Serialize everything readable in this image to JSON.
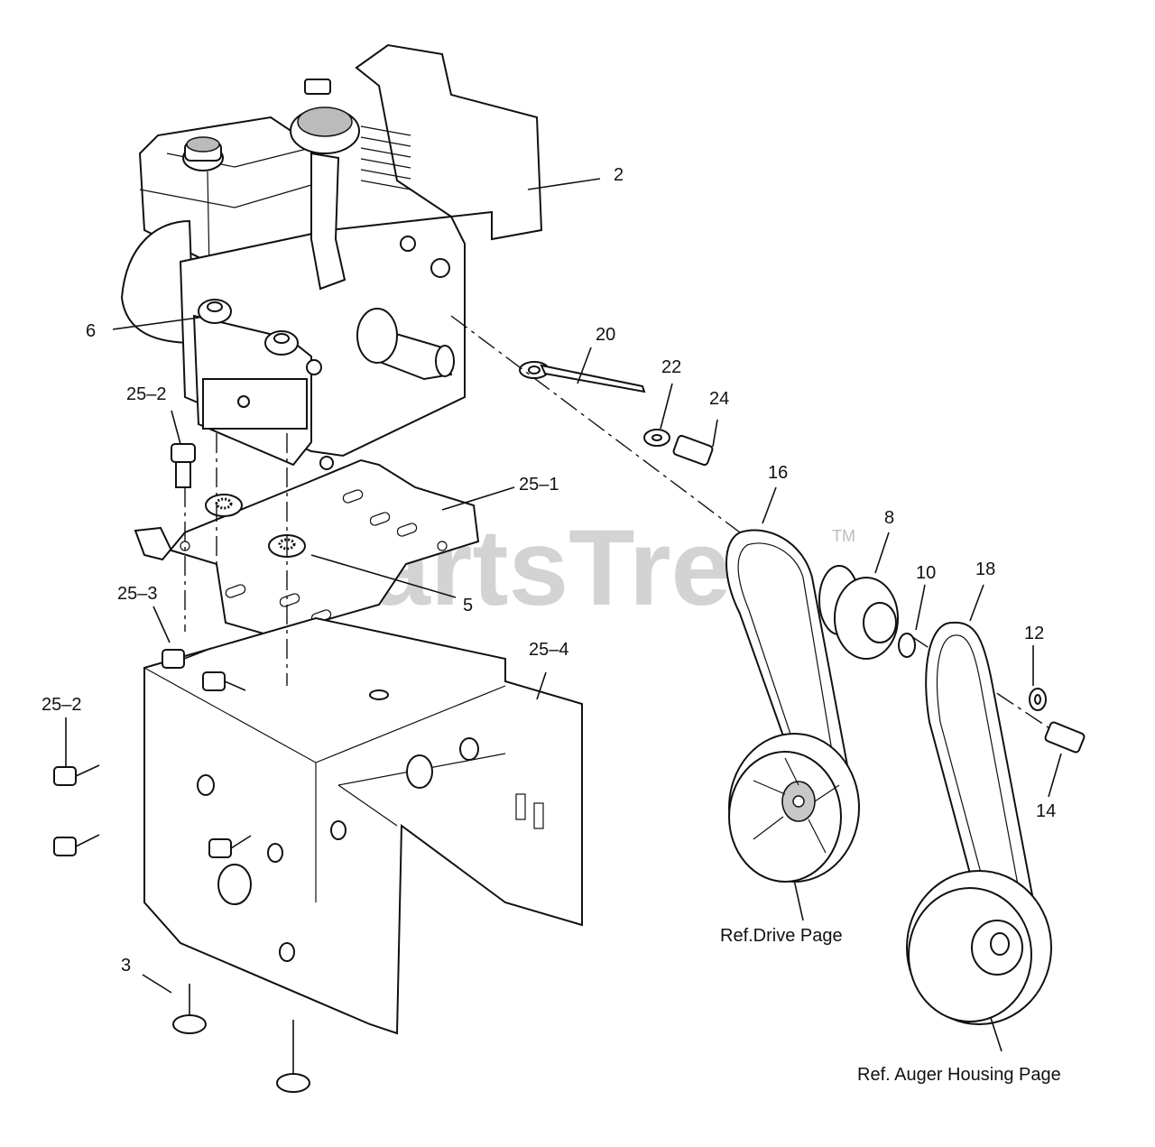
{
  "watermark": {
    "text": "PartsTree",
    "tm": "TM"
  },
  "callouts": [
    {
      "id": "c2",
      "label": "2"
    },
    {
      "id": "c6",
      "label": "6"
    },
    {
      "id": "c20",
      "label": "20"
    },
    {
      "id": "c22",
      "label": "22"
    },
    {
      "id": "c24",
      "label": "24"
    },
    {
      "id": "c25-2a",
      "label": "25–2"
    },
    {
      "id": "c25-1",
      "label": "25–1"
    },
    {
      "id": "c16",
      "label": "16"
    },
    {
      "id": "c8",
      "label": "8"
    },
    {
      "id": "c10",
      "label": "10"
    },
    {
      "id": "c18",
      "label": "18"
    },
    {
      "id": "c5",
      "label": "5"
    },
    {
      "id": "c25-3",
      "label": "25–3"
    },
    {
      "id": "c25-4",
      "label": "25–4"
    },
    {
      "id": "c12",
      "label": "12"
    },
    {
      "id": "c25-2b",
      "label": "25–2"
    },
    {
      "id": "c14",
      "label": "14"
    },
    {
      "id": "c3",
      "label": "3"
    }
  ],
  "references": {
    "drive": "Ref.Drive Page",
    "auger": "Ref. Auger Housing Page"
  }
}
